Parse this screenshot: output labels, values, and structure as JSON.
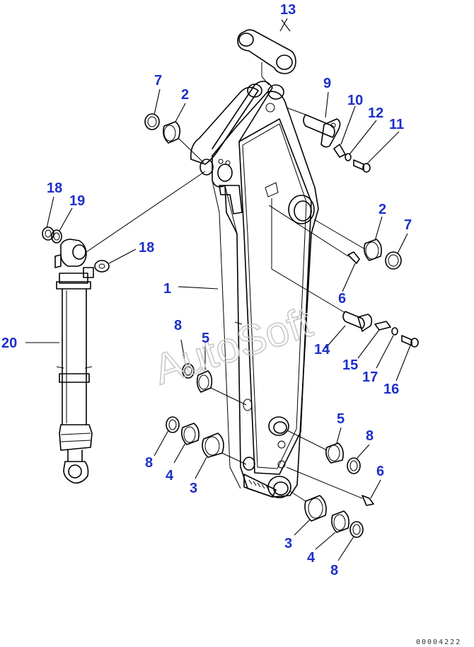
{
  "diagram": {
    "watermark": "AutoSoft",
    "document_number": "00004222",
    "callouts": [
      {
        "id": "c13",
        "label": "13"
      },
      {
        "id": "c7a",
        "label": "7"
      },
      {
        "id": "c2a",
        "label": "2"
      },
      {
        "id": "c9",
        "label": "9"
      },
      {
        "id": "c10",
        "label": "10"
      },
      {
        "id": "c12",
        "label": "12"
      },
      {
        "id": "c11",
        "label": "11"
      },
      {
        "id": "c18a",
        "label": "18"
      },
      {
        "id": "c19",
        "label": "19"
      },
      {
        "id": "c18b",
        "label": "18"
      },
      {
        "id": "c2b",
        "label": "2"
      },
      {
        "id": "c7b",
        "label": "7"
      },
      {
        "id": "c1",
        "label": "1"
      },
      {
        "id": "c6a",
        "label": "6"
      },
      {
        "id": "c20",
        "label": "20"
      },
      {
        "id": "c8a",
        "label": "8"
      },
      {
        "id": "c5a",
        "label": "5"
      },
      {
        "id": "c14",
        "label": "14"
      },
      {
        "id": "c15",
        "label": "15"
      },
      {
        "id": "c17",
        "label": "17"
      },
      {
        "id": "c16",
        "label": "16"
      },
      {
        "id": "c5b",
        "label": "5"
      },
      {
        "id": "c8b",
        "label": "8"
      },
      {
        "id": "c6b",
        "label": "6"
      },
      {
        "id": "c8c",
        "label": "8"
      },
      {
        "id": "c4a",
        "label": "4"
      },
      {
        "id": "c3a",
        "label": "3"
      },
      {
        "id": "c3b",
        "label": "3"
      },
      {
        "id": "c4b",
        "label": "4"
      },
      {
        "id": "c8d",
        "label": "8"
      }
    ]
  }
}
